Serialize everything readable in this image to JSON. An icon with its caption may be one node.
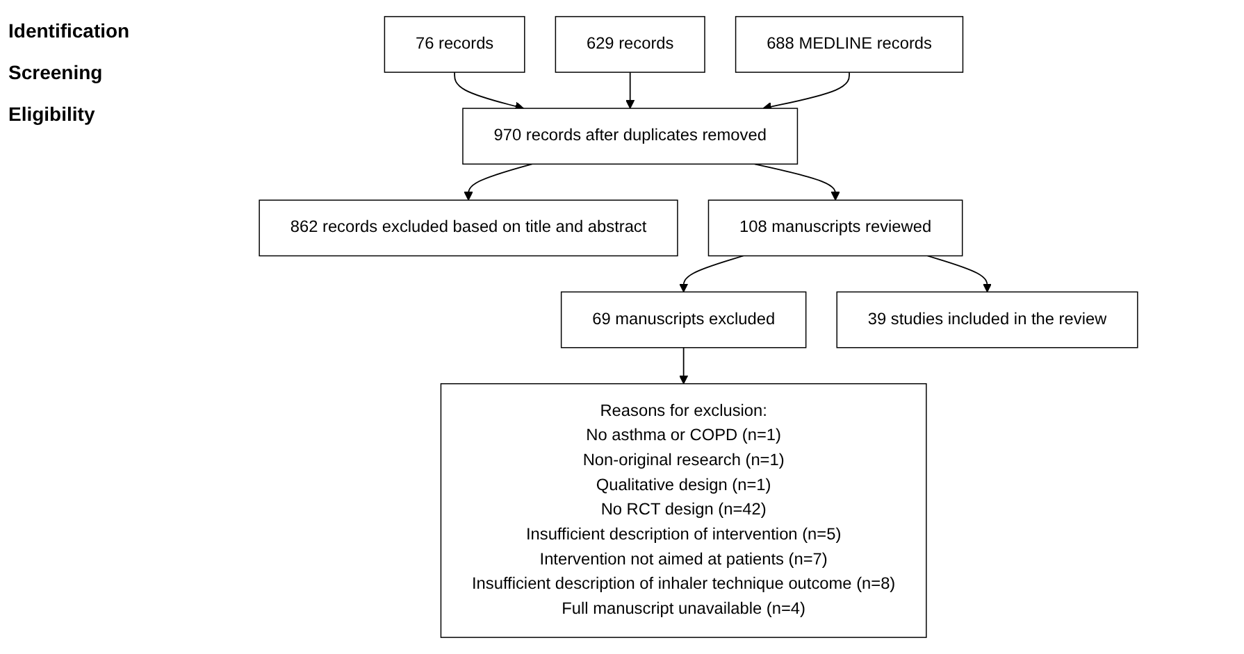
{
  "diagram": {
    "nodes": [
      {
        "text": [
          "76 records"
        ]
      },
      {
        "text": [
          "629 records"
        ]
      },
      {
        "text": [
          "688 MEDLINE records"
        ]
      },
      {
        "text": [
          "970 records after duplicates removed"
        ]
      },
      {
        "text": [
          "862 records excluded based on title and abstract"
        ]
      },
      {
        "text": [
          "108 manuscripts reviewed"
        ]
      },
      {
        "text": [
          "69 manuscripts excluded"
        ]
      },
      {
        "text": [
          "Reasons for exclusion:",
          "No asthma or COPD (n=1)",
          "Non-original research (n=1)",
          "Qualitative design (n=1)",
          "No RCT design (n=42)",
          "Insufficient description of intervention (n=5)",
          "Intervention not aimed at patients (n=7)",
          "Insufficient description of inhaler technique outcome (n=8)",
          "Full manuscript unavailable (n=4)"
        ]
      },
      {
        "text": [
          "39 studies included in the review"
        ]
      }
    ],
    "edges": [
      {
        "from": 0,
        "to": 3,
        "arrow": "to"
      },
      {
        "from": 1,
        "to": 3,
        "arrow": "to"
      },
      {
        "from": 2,
        "to": 3,
        "arrow": "to"
      },
      {
        "from": 3,
        "to": 4,
        "arrow": "to"
      },
      {
        "from": 3,
        "to": 5,
        "arrow": "to"
      },
      {
        "from": 5,
        "to": 6,
        "arrow": "to"
      },
      {
        "from": 6,
        "to": 7,
        "arrow": "to"
      },
      {
        "from": 5,
        "to": 8,
        "arrow": "to"
      }
    ],
    "labels": [
      "Identification",
      "Screening",
      "Eligibility"
    ]
  }
}
